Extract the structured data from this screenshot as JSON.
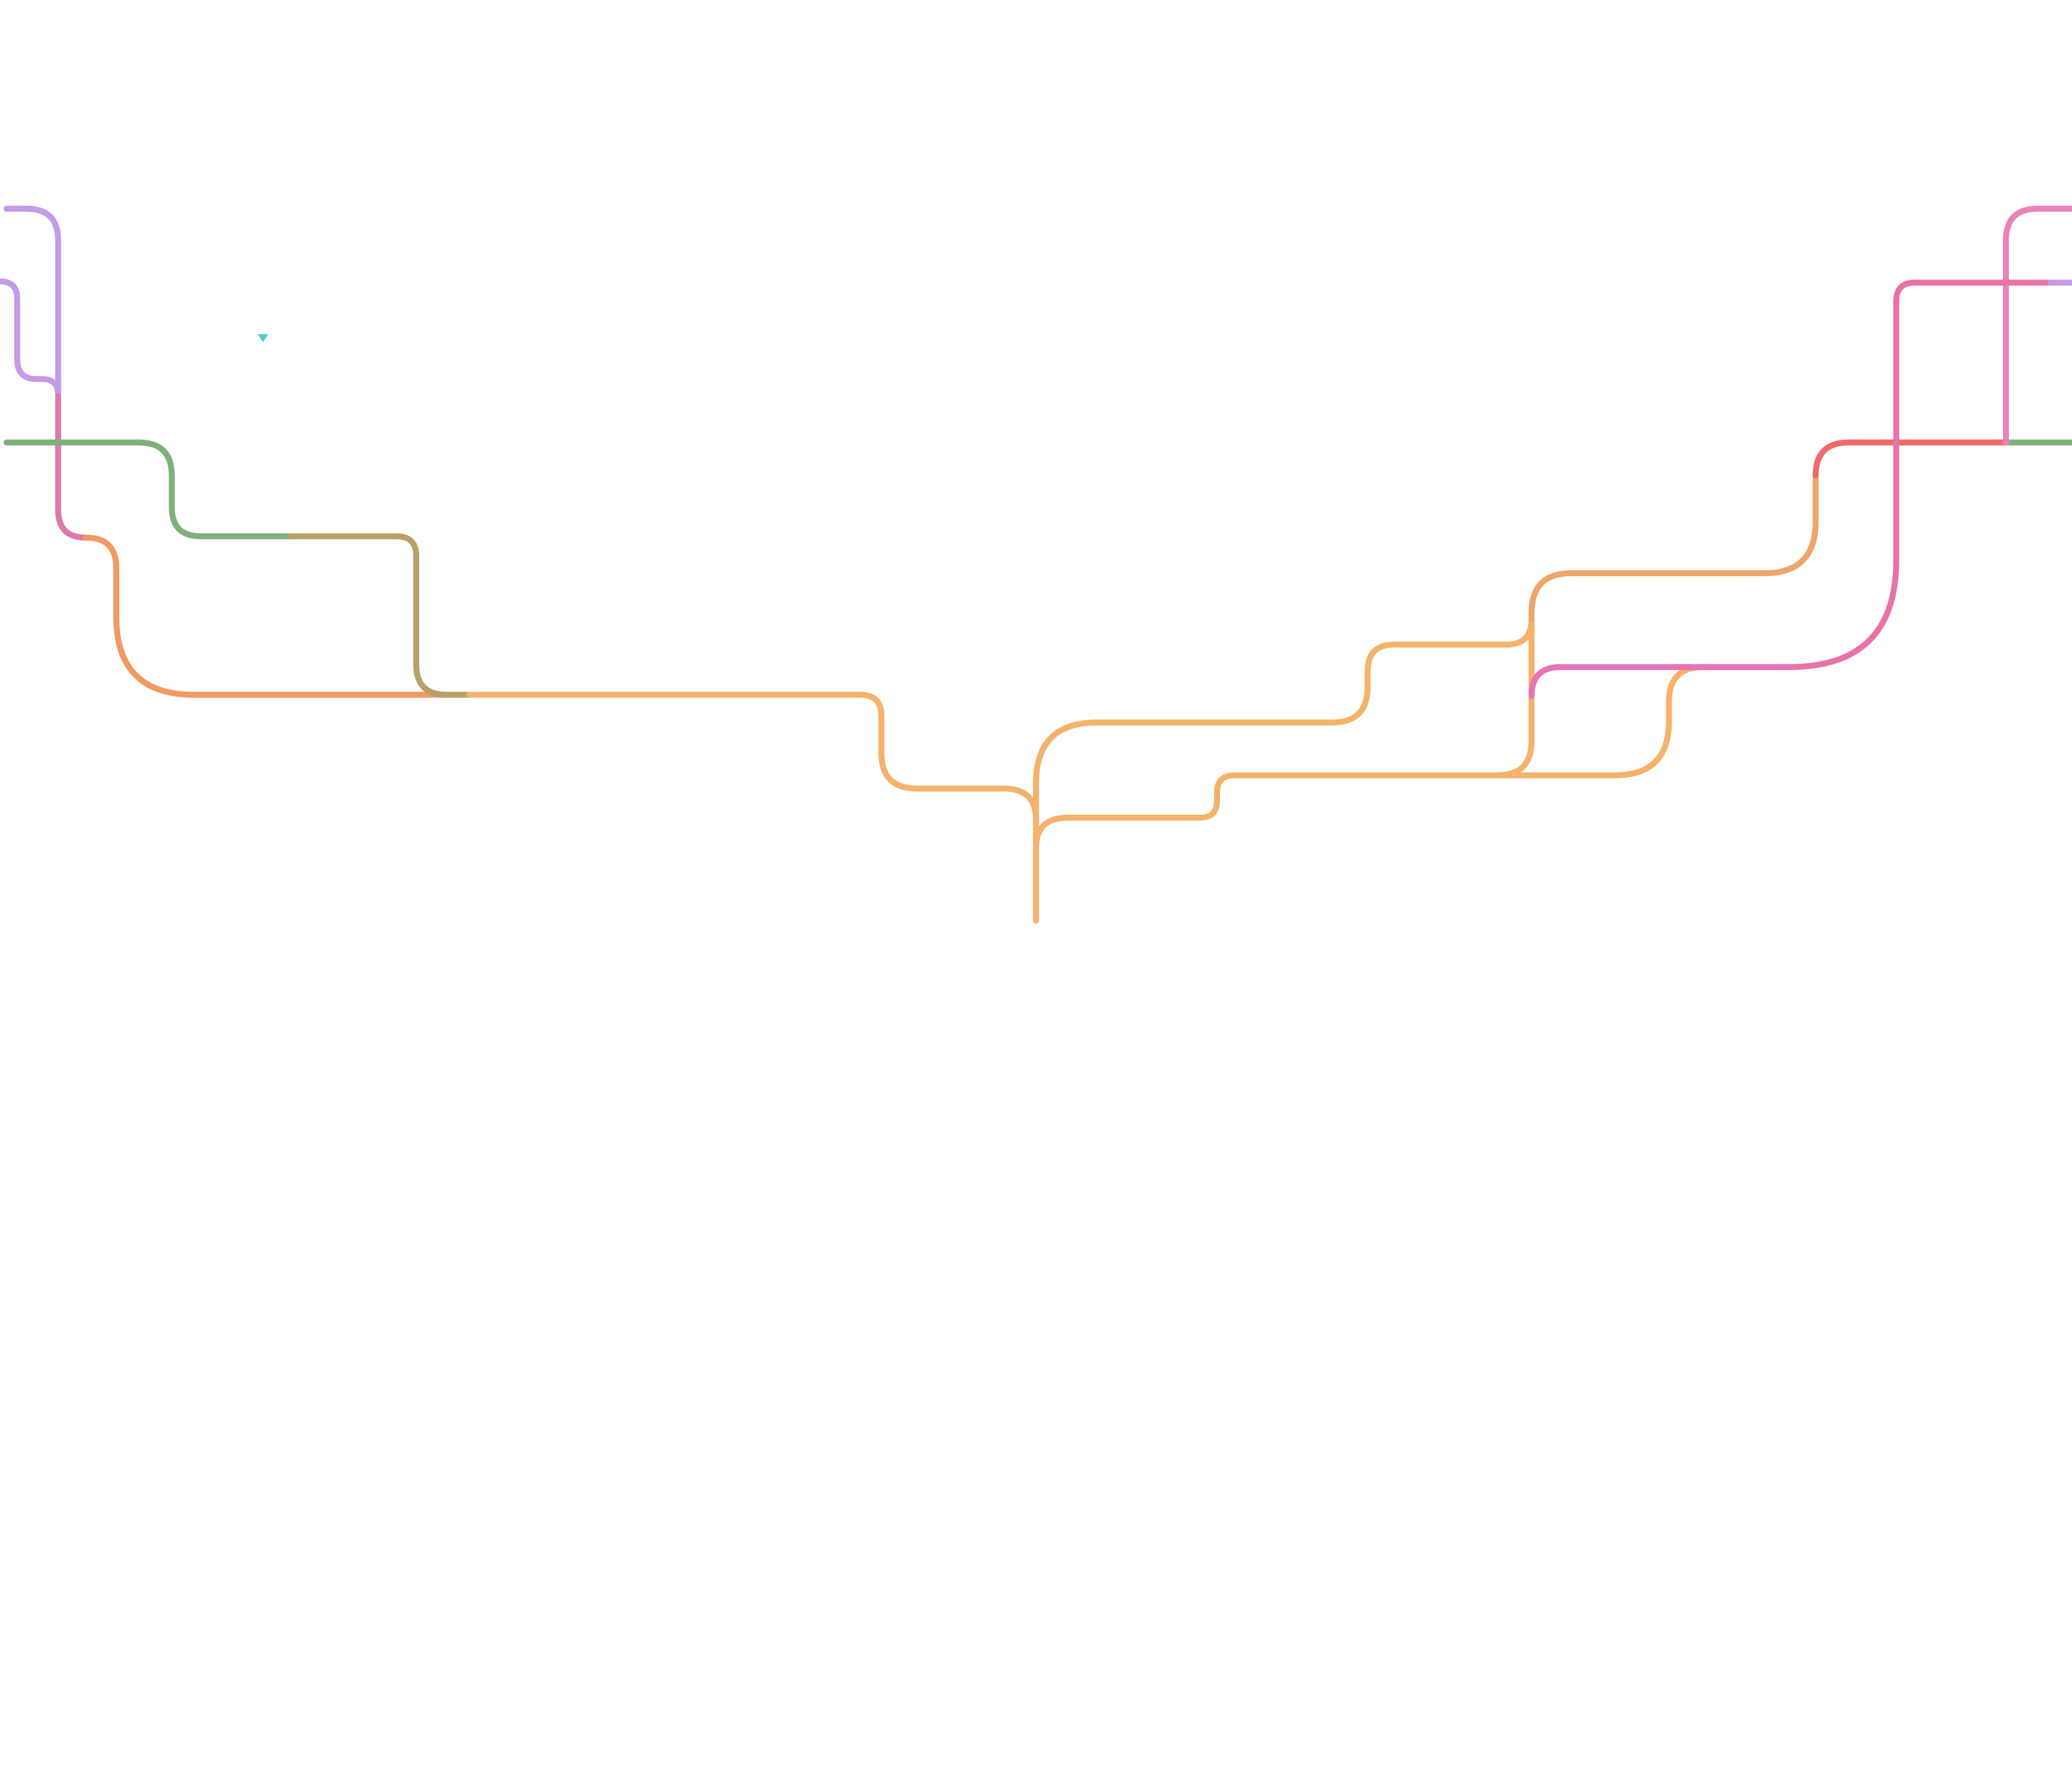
{
  "diagram": {
    "type": "flow-lines",
    "background": "#ffffff",
    "lines": [
      {
        "name": "left-purple-top",
        "color": "#c49be6"
      },
      {
        "name": "left-purple-lower",
        "color": "#c49be6"
      },
      {
        "name": "left-pink-descent",
        "color": "#d97aa8"
      },
      {
        "name": "left-coral-branch",
        "color": "#f19a62"
      },
      {
        "name": "left-green-line",
        "color": "#7fb07a"
      },
      {
        "name": "left-olive-branch",
        "color": "#b8a06a"
      },
      {
        "name": "center-orange-main",
        "color": "#f5b26b"
      },
      {
        "name": "center-orange-upper",
        "color": "#f5b26b"
      },
      {
        "name": "center-orange-lower",
        "color": "#f5b26b"
      },
      {
        "name": "right-orange-steps",
        "color": "#f5b26b"
      },
      {
        "name": "right-orange-top",
        "color": "#f0a56a"
      },
      {
        "name": "right-orange-bottom",
        "color": "#f5b26b"
      },
      {
        "name": "right-red-line",
        "color": "#ef6b6b"
      },
      {
        "name": "right-green-line",
        "color": "#7fb07a"
      },
      {
        "name": "right-pink-vertical",
        "color": "#e884bb"
      },
      {
        "name": "right-pink-top",
        "color": "#e884bb"
      },
      {
        "name": "right-purple-stub",
        "color": "#c49be6"
      },
      {
        "name": "right-pink-big-curve",
        "color": "#e873a8"
      },
      {
        "name": "right-magenta-line",
        "color": "#e873b6"
      }
    ],
    "marker": {
      "name": "teal-triangle-marker",
      "color": "#4ec9c9"
    }
  }
}
